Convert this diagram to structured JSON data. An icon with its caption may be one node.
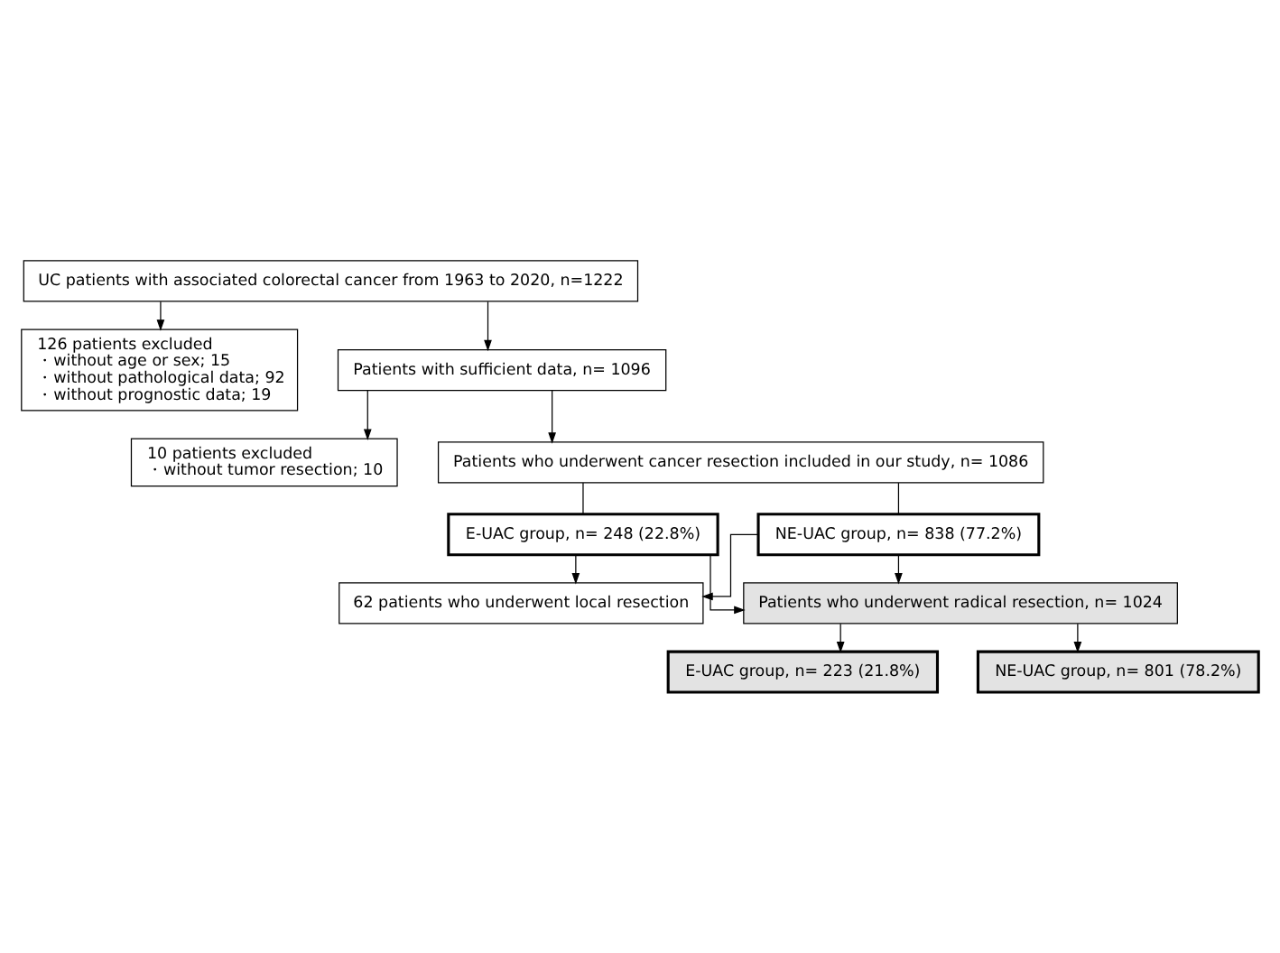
{
  "diagram": {
    "nodes": [
      {
        "text": [
          "UC patients with associated colorectal cancer from 1963 to 2020, n=1222"
        ]
      },
      {
        "text": [
          "126 patients excluded",
          "・without age or sex; 15",
          "・without pathological data; 92",
          "・without prognostic data; 19"
        ]
      },
      {
        "text": [
          "Patients with sufficient data, n= 1096"
        ]
      },
      {
        "text": [
          "10 patients excluded",
          "・without tumor resection; 10"
        ]
      },
      {
        "text": [
          "Patients who underwent cancer resection included in our study, n= 1086"
        ]
      },
      {
        "text": [
          "E-UAC group, n= 248 (22.8%)"
        ]
      },
      {
        "text": [
          "NE-UAC group, n= 838 (77.2%)"
        ]
      },
      {
        "text": [
          "62 patients who underwent local resection"
        ]
      },
      {
        "text": [
          "Patients who underwent radical resection, n= 1024"
        ]
      },
      {
        "text": [
          "E-UAC group, n= 223 (21.8%)"
        ]
      },
      {
        "text": [
          "NE-UAC group, n= 801 (78.2%)"
        ]
      }
    ],
    "edges": [
      {
        "from": 0,
        "to": 2,
        "arrow": "to"
      },
      {
        "from": 0,
        "to": 1,
        "arrow": "to"
      },
      {
        "from": 2,
        "to": 4,
        "arrow": "to"
      },
      {
        "from": 2,
        "to": 3,
        "arrow": "to"
      },
      {
        "from": 4,
        "to": 5,
        "arrow": "none"
      },
      {
        "from": 4,
        "to": 6,
        "arrow": "none"
      },
      {
        "from": 5,
        "to": 8,
        "arrow": "to"
      },
      {
        "from": 6,
        "to": 8,
        "arrow": "to"
      },
      {
        "from": 5,
        "to": 7,
        "arrow": "to"
      },
      {
        "from": 6,
        "to": 7,
        "arrow": "to"
      },
      {
        "from": 8,
        "to": 9,
        "arrow": "to"
      },
      {
        "from": 8,
        "to": 10,
        "arrow": "to"
      }
    ]
  }
}
